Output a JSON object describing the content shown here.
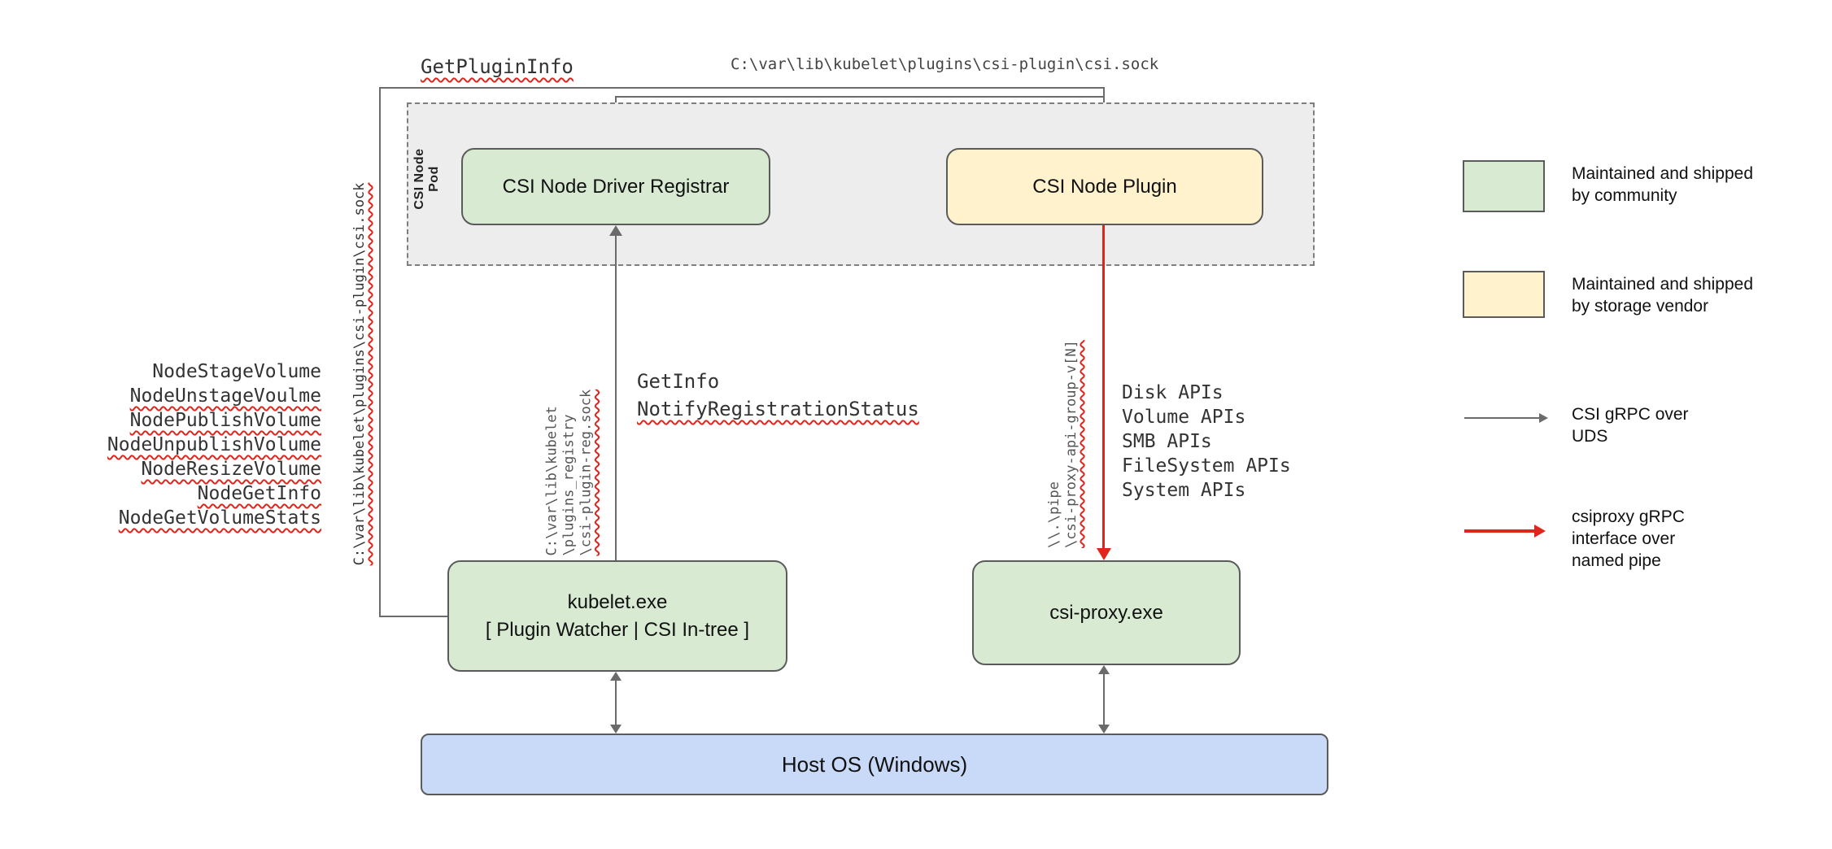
{
  "colors": {
    "community_green": "#d9ead3",
    "vendor_yellow": "#fff2cc",
    "host_blue": "#c9daf8",
    "pod_gray": "#ededed",
    "line_gray": "#6b6b6b",
    "arrow_red": "#e0261c"
  },
  "diagram": {
    "top": {
      "get_plugin_info": "GetPluginInfo",
      "csi_sock_path": "C:\\var\\lib\\kubelet\\plugins\\csi-plugin\\csi.sock"
    },
    "left": {
      "csi_sock_path_vertical": "C:\\var\\lib\\kubelet\\plugins\\csi-plugin\\csi.sock",
      "node_calls": [
        "NodeStageVolume",
        "NodeUnstageVoulme",
        "NodePublishVolume",
        "NodeUnpublishVolume",
        "NodeResizeVolume",
        "NodeGetInfo",
        "NodeGetVolumeStats"
      ]
    },
    "pod": {
      "label": "CSI Node Pod",
      "registrar": "CSI Node Driver Registrar",
      "node_plugin": "CSI Node Plugin"
    },
    "registration": {
      "get_info": "GetInfo",
      "notify": "NotifyRegistrationStatus",
      "sock_lines": [
        "C:\\var\\lib\\kubelet",
        "\\plugins_registry",
        "\\csi-plugin-reg.sock"
      ]
    },
    "proxy_channel": {
      "pipe_lines": [
        "\\\\.\\pipe",
        "\\csi-proxy-api-group-v[N]"
      ],
      "apis": [
        "Disk APIs",
        "Volume APIs",
        "SMB APIs",
        "FileSystem APIs",
        "System APIs"
      ]
    },
    "boxes": {
      "kubelet_line1": "kubelet.exe",
      "kubelet_line2": "[ Plugin Watcher | CSI In-tree ]",
      "csi_proxy": "csi-proxy.exe",
      "host_os": "Host OS (Windows)"
    }
  },
  "legend": {
    "community": "Maintained and shipped by community",
    "vendor": "Maintained and shipped by storage vendor",
    "uds": "CSI gRPC over UDS",
    "pipe": "csiproxy gRPC interface over named pipe"
  }
}
